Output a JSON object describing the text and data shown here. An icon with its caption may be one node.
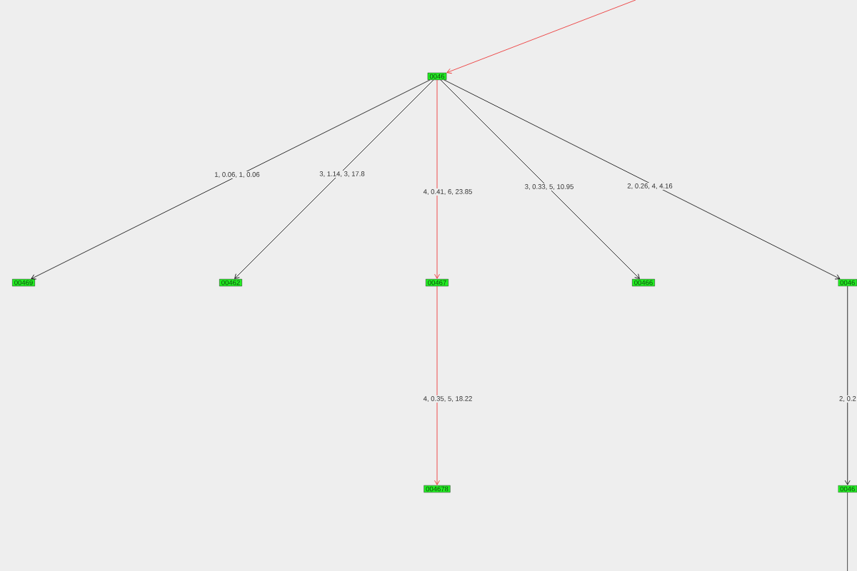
{
  "diagram": {
    "nodes": [
      {
        "text": [
          "0046"
        ]
      },
      {
        "text": [
          "00469"
        ]
      },
      {
        "text": [
          "00462"
        ]
      },
      {
        "text": [
          "00467"
        ]
      },
      {
        "text": [
          "00466"
        ]
      },
      {
        "text": [
          "0046"
        ]
      },
      {
        "text": [
          "004678"
        ]
      },
      {
        "text": [
          "0046"
        ]
      }
    ],
    "edges": [
      {
        "from": null,
        "to": 0,
        "arrow": "to",
        "color": "#ee2222"
      },
      {
        "from": 0,
        "to": 1,
        "arrow": "to",
        "label": "1, 0.06, 1, 0.06"
      },
      {
        "from": 0,
        "to": 2,
        "arrow": "to",
        "label": "3, 1.14, 3, 17.8"
      },
      {
        "from": 0,
        "to": 3,
        "arrow": "to",
        "label": "4, 0.41, 6, 23.85",
        "color": "#ee2222"
      },
      {
        "from": 0,
        "to": 4,
        "arrow": "to",
        "label": "3, 0.33, 5, 10.95"
      },
      {
        "from": 0,
        "to": 5,
        "arrow": "to",
        "label": "2, 0.26, 4, 4.16"
      },
      {
        "from": 3,
        "to": 6,
        "arrow": "to",
        "label": "4, 0.35, 5, 18.22",
        "color": "#ee2222"
      },
      {
        "from": 5,
        "to": 7,
        "arrow": "to",
        "label": "2, 0.2"
      },
      {
        "from": 7,
        "to": null,
        "arrow": "none"
      }
    ]
  }
}
